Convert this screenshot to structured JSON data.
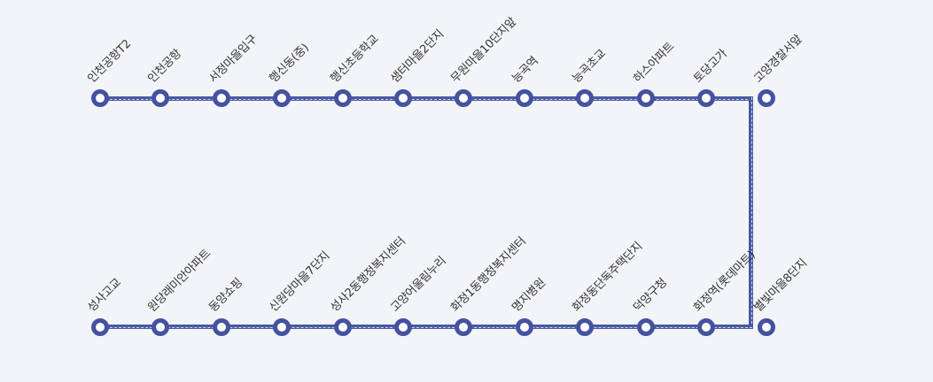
{
  "colors": {
    "background": "#f3f4f8",
    "line": "#4a5aa3",
    "station_ring": "#4452a0",
    "station_fill": "#ffffff",
    "label": "#333333"
  },
  "route": {
    "upper_row": [
      {
        "name": "인천공항T2"
      },
      {
        "name": "인천공항"
      },
      {
        "name": "서정마을입구"
      },
      {
        "name": "행신동(중)"
      },
      {
        "name": "행신초등학교"
      },
      {
        "name": "샘터마을2단지"
      },
      {
        "name": "무원마을10단지앞"
      },
      {
        "name": "능곡역"
      },
      {
        "name": "능곡초교"
      },
      {
        "name": "하스아파트"
      },
      {
        "name": "토당고가"
      },
      {
        "name": "고양경찰서앞"
      }
    ],
    "lower_row": [
      {
        "name": "성사고교"
      },
      {
        "name": "원당래미안아파트"
      },
      {
        "name": "동양쇼핑"
      },
      {
        "name": "신원당마을7단지"
      },
      {
        "name": "성사2동행정복지센터"
      },
      {
        "name": "고양어울림누리"
      },
      {
        "name": "화정1동행정복지센터"
      },
      {
        "name": "명지병원"
      },
      {
        "name": "화정동단독주택단지"
      },
      {
        "name": "덕양구청"
      },
      {
        "name": "화정역(롯데마트)"
      },
      {
        "name": "별빛마을8단지"
      }
    ]
  }
}
